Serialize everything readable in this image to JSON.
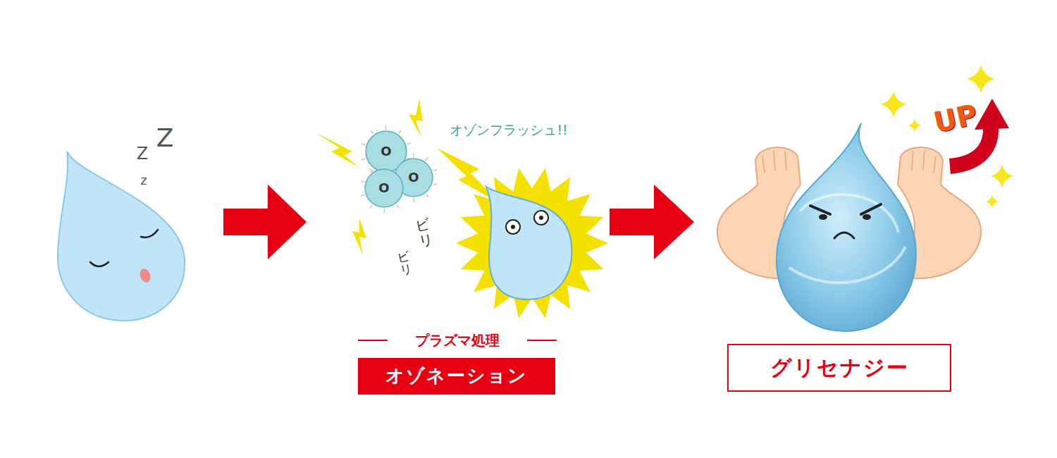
{
  "diagram": {
    "nodes": [
      {
        "text": [
          "O"
        ]
      },
      {
        "text": [
          "O"
        ]
      },
      {
        "text": [
          "O"
        ]
      },
      {
        "text": [
          "オゾネーション"
        ]
      },
      {
        "text": [
          "グリセナジー"
        ]
      }
    ],
    "labels": [
      "Z",
      "Z",
      "z",
      "オゾンフラッシュ!!",
      "ビリ",
      "ビリ",
      "UP",
      "プラズマ処理"
    ]
  }
}
